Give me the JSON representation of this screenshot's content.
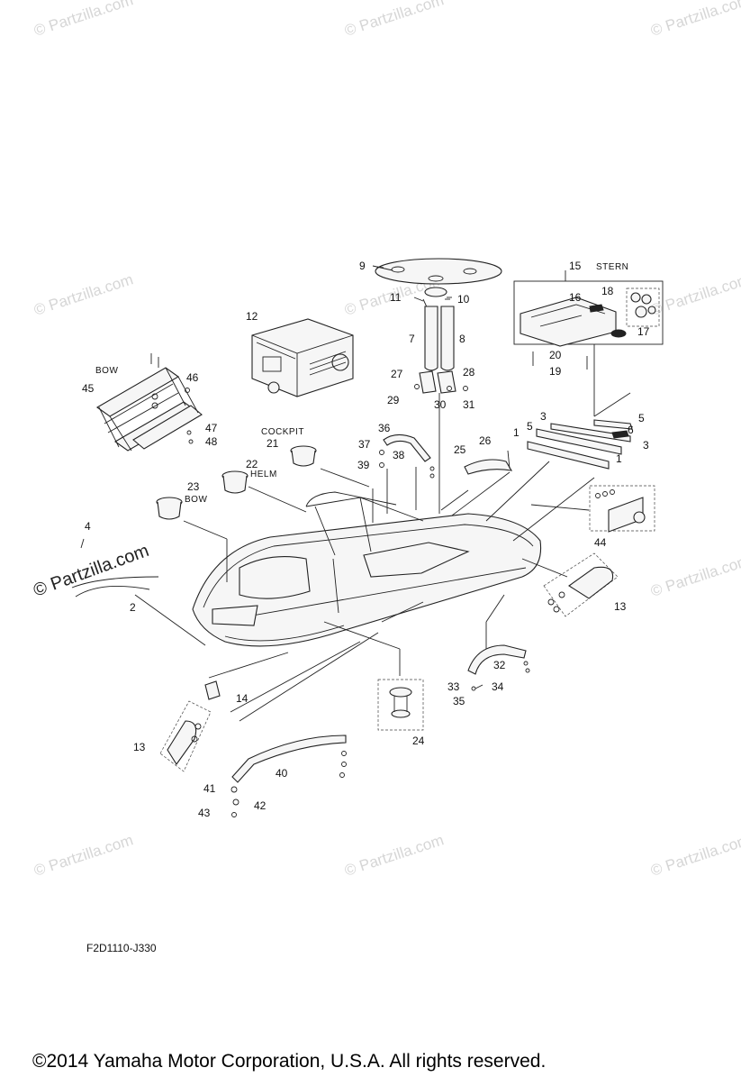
{
  "diagram": {
    "drawing_code": "F2D1110-J330",
    "copyright": "©2014  Yamaha Motor Corporation, U.S.A. All rights reserved.",
    "watermark": "© Partzilla.com",
    "watermark_prominent": "© Partzilla.com",
    "location_tags": {
      "bow_ladder": "BOW",
      "stern": "STERN",
      "cockpit": "COCKPIT",
      "helm": "HELM",
      "bow_cupholder": "BOW"
    },
    "callouts": [
      "1",
      "2",
      "3",
      "4",
      "5",
      "6",
      "7",
      "8",
      "9",
      "10",
      "11",
      "12",
      "13",
      "14",
      "15",
      "16",
      "17",
      "18",
      "19",
      "20",
      "21",
      "22",
      "23",
      "24",
      "25",
      "26",
      "27",
      "28",
      "29",
      "30",
      "31",
      "32",
      "33",
      "34",
      "35",
      "36",
      "37",
      "38",
      "39",
      "40",
      "41",
      "42",
      "43",
      "44",
      "45",
      "46",
      "47",
      "48"
    ]
  }
}
